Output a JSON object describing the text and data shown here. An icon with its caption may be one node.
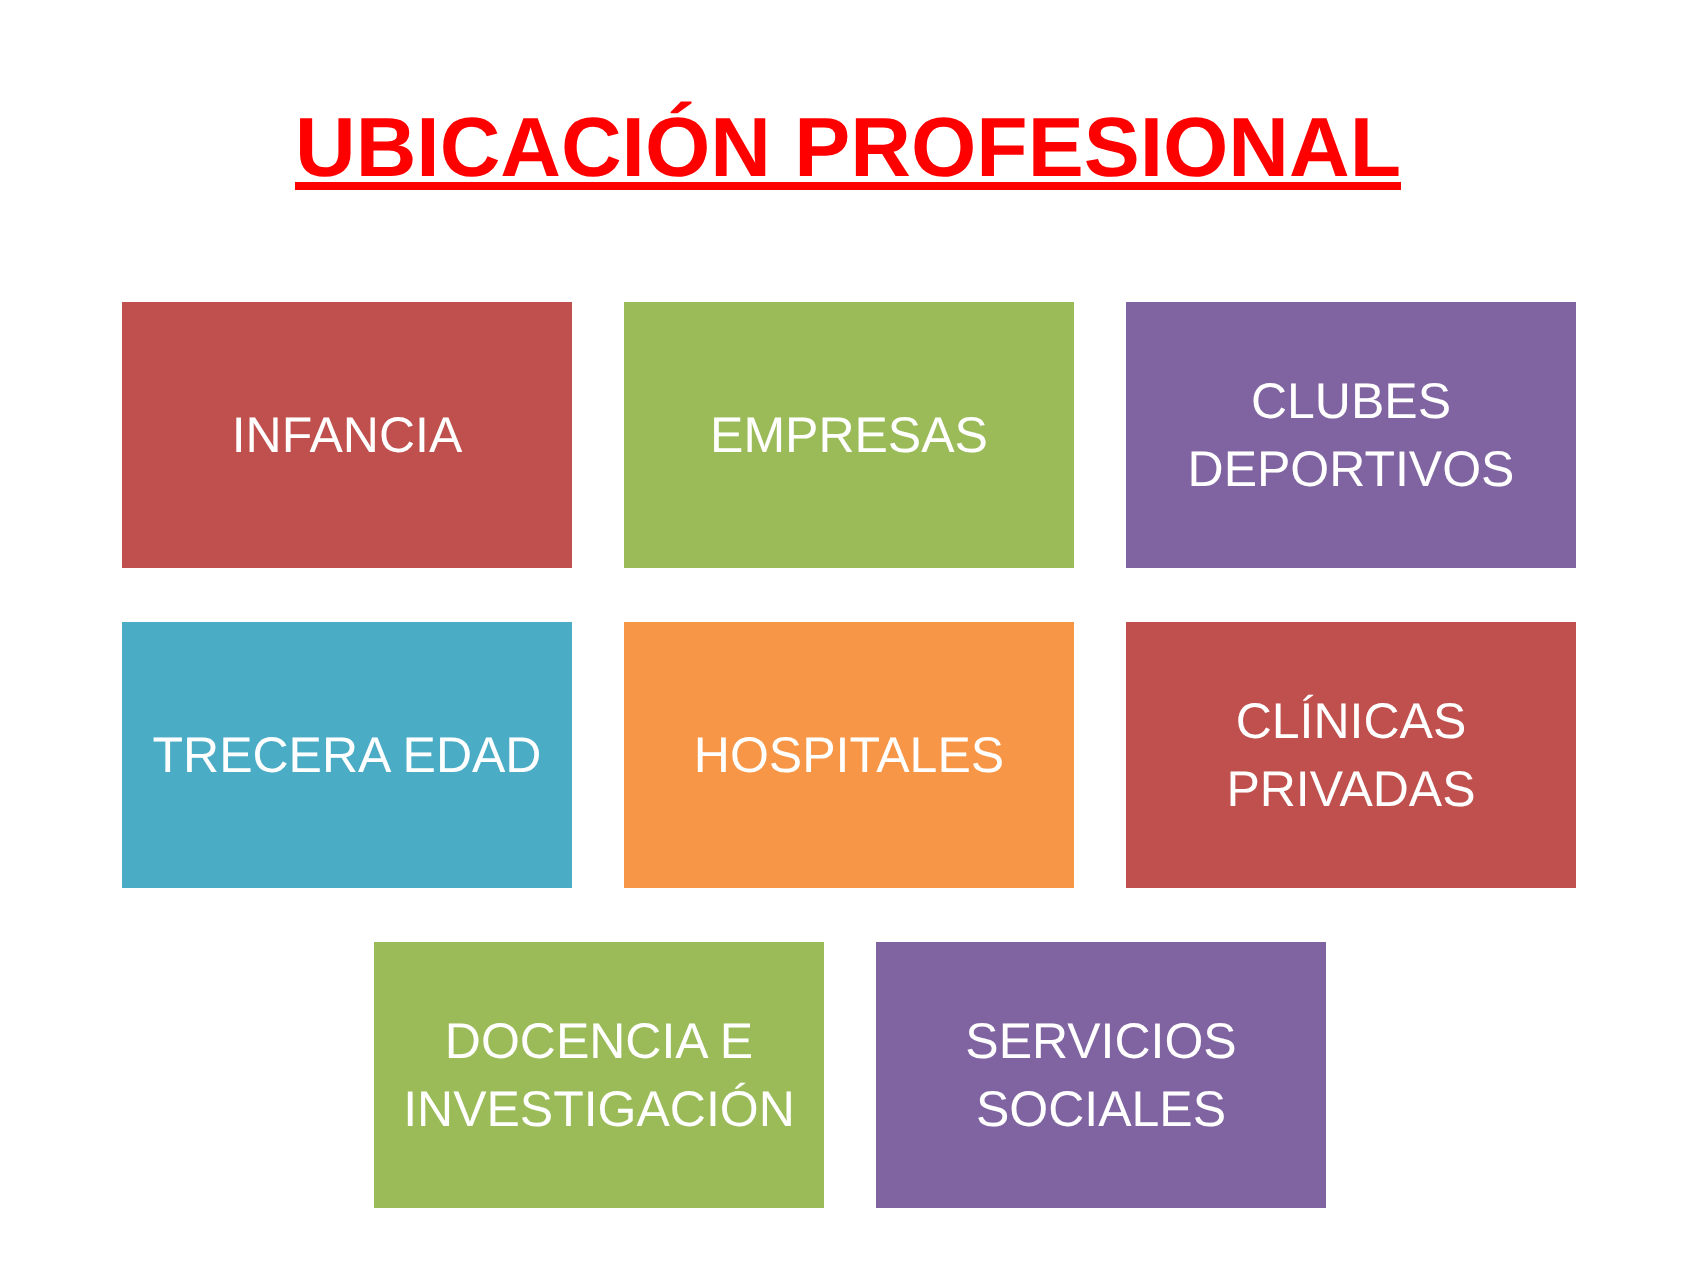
{
  "diagram": {
    "title": "UBICACIÓN PROFESIONAL",
    "nodes": [
      {
        "text": [
          "INFANCIA"
        ]
      },
      {
        "text": [
          "EMPRESAS"
        ]
      },
      {
        "text": [
          "CLUBES DEPORTIVOS"
        ]
      },
      {
        "text": [
          "TRECERA EDAD"
        ]
      },
      {
        "text": [
          "HOSPITALES"
        ]
      },
      {
        "text": [
          "CLÍNICAS PRIVADAS"
        ]
      },
      {
        "text": [
          "DOCENCIA E INVESTIGACIÓN"
        ]
      },
      {
        "text": [
          "SERVICIOS SOCIALES"
        ]
      }
    ]
  }
}
